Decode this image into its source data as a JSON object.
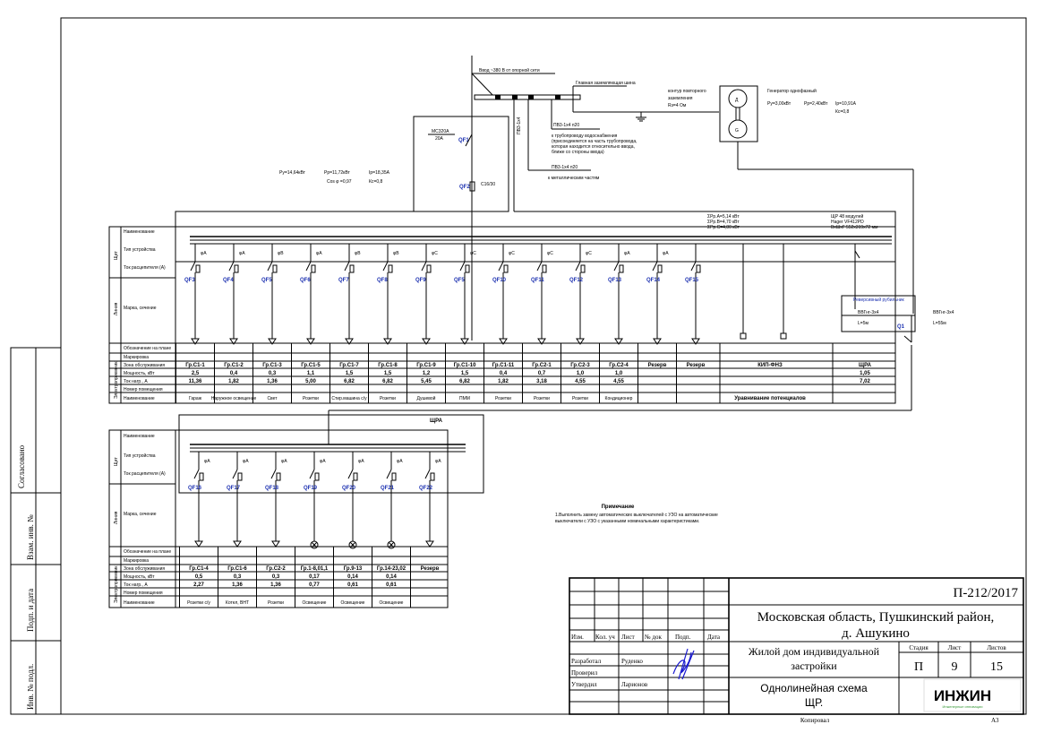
{
  "stamps": {
    "agreed": "Согласовано",
    "replace_inv": "Взам. инв. №",
    "sign_date": "Подп. и дата",
    "inv_orig": "Инв. № подл."
  },
  "input": {
    "feed": "Ввод ~380 В от опорной сети",
    "main_bus": "Главная заземляющая шина",
    "pe_vertical": "ПВ3-1х4",
    "pe1_cable": "ПВ3-1х4 п20",
    "pe1_note_1": "к трубопроводу водоснабжения",
    "pe1_note_2": "(присоединяется на часть трубопровода,",
    "pe1_note_3": "которая находится относительно ввода,",
    "pe1_note_4": "ближе со стороны ввода)",
    "pe2_cable": "ПВ3-1х4 п20",
    "pe2_note": "к металлическим частям",
    "qf1_type": "МС320А",
    "qf1_rating": "20А",
    "qf1": "QF1",
    "qf2": "QF2",
    "qf2_type": "С16/30",
    "ground_1": "контур повторного",
    "ground_2": "заземления",
    "ground_3": "Rз=4 Ом",
    "py": "Ру=14,64кВт",
    "pp": "Рр=11,72кВт",
    "ip": "Iр=18,35А",
    "cos": "Cos φ =0,97",
    "kc": "Кс=0,8"
  },
  "generator": {
    "title": "Генератор однофазный",
    "py": "Ру=3,00кВт",
    "pp": "Рр=2,40кВт",
    "ip": "Iр=10,91А",
    "kc": "Кс=0,8",
    "motor": "Д",
    "gen": "G"
  },
  "panel": {
    "sum_a": "ΣРр.А=5,14 кВт",
    "sum_b": "ΣРр.В=4,70 кВт",
    "sum_c": "ΣРр.С=4,80 кВт",
    "name": "ЩР 48 модулей",
    "model": "Hager VF412PD",
    "dims": "ВхШхГ 552х319х72 мм",
    "reverse_switch": "Реверсивный рубильник",
    "cable_left": "ВВГнг-3х4",
    "len_left": "L=5м",
    "cable_right": "ВВГнг-3х4",
    "len_right": "L=55м",
    "q1": "Q1",
    "sub_panel": "ЩРА"
  },
  "row_labels": {
    "side_panel": "Щит",
    "side_line": "Линия",
    "side_consumer": "Электроприемник",
    "name": "Наименование",
    "device_type": "Тип устройства",
    "rated": "Ток расцепителя (А)",
    "cable": "Марка, сечение",
    "plan": "Обозначение на плане",
    "marking": "Маркировка",
    "zone": "Зона обслуживания",
    "power": "Мощность, кВт",
    "current": "Ток нагр., А",
    "room": "Номер помещения",
    "title": "Наименование"
  },
  "upper_groups": [
    {
      "qf": "QF3",
      "phase": "φA",
      "zone": "Гр.С1-1",
      "power": "2,5",
      "current": "11,36",
      "name": "Гараж"
    },
    {
      "qf": "QF4",
      "phase": "φA",
      "zone": "Гр.С1-2",
      "power": "0,4",
      "current": "1,82",
      "name": "Наружное освещение"
    },
    {
      "qf": "QF5",
      "phase": "φB",
      "zone": "Гр.С1-3",
      "power": "0,3",
      "current": "1,36",
      "name": "Свет"
    },
    {
      "qf": "QF6",
      "phase": "φA",
      "zone": "Гр.С1-5",
      "power": "1,1",
      "current": "5,00",
      "name": "Розетки"
    },
    {
      "qf": "QF7",
      "phase": "φB",
      "zone": "Гр.С1-7",
      "power": "1,5",
      "current": "6,82",
      "name": "Стир.машина с/у"
    },
    {
      "qf": "QF8",
      "phase": "φB",
      "zone": "Гр.С1-8",
      "power": "1,5",
      "current": "6,82",
      "name": "Розетки"
    },
    {
      "qf": "QF9",
      "phase": "φC",
      "zone": "Гр.С1-9",
      "power": "1,2",
      "current": "5,45",
      "name": "Душевой"
    },
    {
      "qf": "QF5",
      "phase": "φC",
      "zone": "Гр.С1-10",
      "power": "1,5",
      "current": "6,82",
      "name": "ПММ"
    },
    {
      "qf": "QF10",
      "phase": "φC",
      "zone": "Гр.С1-11",
      "power": "0,4",
      "current": "1,82",
      "name": "Розетки"
    },
    {
      "qf": "QF11",
      "phase": "φC",
      "zone": "Гр.С2-1",
      "power": "0,7",
      "current": "3,18",
      "name": "Розетки"
    },
    {
      "qf": "QF12",
      "phase": "φC",
      "zone": "Гр.С2-3",
      "power": "1,0",
      "current": "4,55",
      "name": "Розетки"
    },
    {
      "qf": "QF13",
      "phase": "φA",
      "zone": "Гр.С2-4",
      "power": "1,0",
      "current": "4,55",
      "name": "Кондиционер"
    },
    {
      "qf": "QF14",
      "phase": "φA",
      "zone": "Резерв",
      "power": "",
      "current": "",
      "name": ""
    },
    {
      "qf": "QF15",
      "phase": "",
      "zone": "Резерв",
      "power": "",
      "current": "",
      "name": ""
    }
  ],
  "upper_extra": {
    "kip_zone": "КИП-ФНЗ",
    "kip_name": "Уравнивание потенциалов",
    "shra_zone": "ЩРА",
    "shra_power": "1,05",
    "shra_current": "7,02"
  },
  "lower_groups": [
    {
      "qf": "QF16",
      "phase": "φA",
      "zone": "Гр.С1-4",
      "power": "0,5",
      "current": "2,27",
      "name": "Розетки с/у",
      "lamp": false
    },
    {
      "qf": "QF17",
      "phase": "φA",
      "zone": "Гр.С1-6",
      "power": "0,3",
      "current": "1,36",
      "name": "Котел, ВНТ",
      "lamp": false
    },
    {
      "qf": "QF18",
      "phase": "φA",
      "zone": "Гр.С2-2",
      "power": "0,3",
      "current": "1,36",
      "name": "Розетки",
      "lamp": false
    },
    {
      "qf": "QF19",
      "phase": "φA",
      "zone": "Гр.1-8,01,1",
      "power": "0,17",
      "current": "0,77",
      "name": "Освещение",
      "lamp": true
    },
    {
      "qf": "QF20",
      "phase": "φA",
      "zone": "Гр.9-13",
      "power": "0,14",
      "current": "0,61",
      "name": "Освещение",
      "lamp": true
    },
    {
      "qf": "QF21",
      "phase": "φA",
      "zone": "Гр.14-23,02",
      "power": "0,14",
      "current": "0,61",
      "name": "Освещение",
      "lamp": true
    },
    {
      "qf": "QF22",
      "phase": "φA",
      "zone": "Резерв",
      "power": "",
      "current": "",
      "name": "",
      "lamp": false
    }
  ],
  "note": {
    "title": "Примечание",
    "line1": "1.Выполнить замену автоматических выключателей с УЗО на автоматические",
    "line2": "выключатели с УЗО с указанными номинальными характеристиками."
  },
  "title_block": {
    "code": "П-212/2017",
    "address_1": "Московская область, Пушкинский район,",
    "address_2": "д. Ашукино",
    "hdr_izm": "Изм.",
    "hdr_kol": "Кол. уч",
    "hdr_list": "Лист",
    "hdr_doc": "№ док",
    "hdr_sign": "Подп.",
    "hdr_date": "Дата",
    "developed": "Разработал",
    "developer": "Руденко",
    "checked": "Проверил",
    "approved": "Утвердил",
    "approver": "Ларионов",
    "object_1": "Жилой дом индивидуальной",
    "object_2": "застройки",
    "stage_hdr": "Стадия",
    "sheet_hdr": "Лист",
    "sheets_hdr": "Листов",
    "stage": "П",
    "sheet": "9",
    "sheets": "15",
    "drawing_1": "Однолинейная схема",
    "drawing_2": "ЩР.",
    "logo": "ИНЖИН",
    "logo_sub": "Инженерные инновации",
    "copied": "Копировал",
    "format": "А3"
  },
  "colors": {
    "blue": "#1a2fb0",
    "logo_green": "#3a9a3a",
    "signature": "#1a1ad0"
  }
}
